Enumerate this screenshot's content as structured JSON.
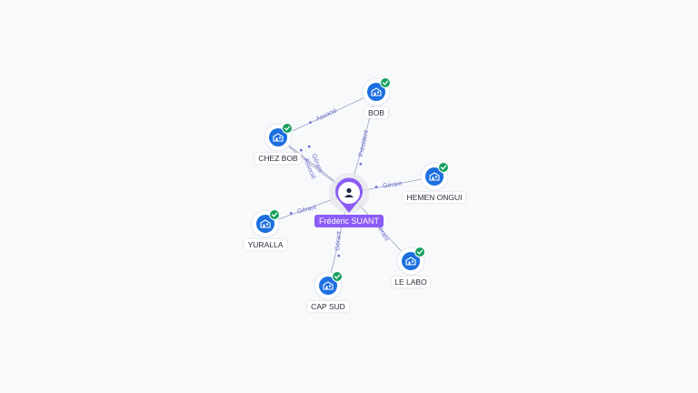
{
  "center": {
    "name": "Frédéric SUANT",
    "icon": "person-icon",
    "color": "#8b5cf6"
  },
  "colors": {
    "company": "#1d6fe0",
    "verified": "#18a05e",
    "edge": "#9aa0c8",
    "edge_label": "#6b72c9"
  },
  "companies": [
    {
      "id": "bob",
      "name": "BOB",
      "icon": "building-icon",
      "verified": true
    },
    {
      "id": "chez-bob",
      "name": "CHEZ BOB",
      "icon": "building-icon",
      "verified": true
    },
    {
      "id": "hemen-ongui",
      "name": "HEMEN ONGUI",
      "icon": "building-icon",
      "verified": true
    },
    {
      "id": "yuralla",
      "name": "YURALLA",
      "icon": "building-icon",
      "verified": true
    },
    {
      "id": "le-labo",
      "name": "LE LABO",
      "icon": "building-icon",
      "verified": true
    },
    {
      "id": "cap-sud",
      "name": "CAP SUD",
      "icon": "building-icon",
      "verified": true
    }
  ],
  "edges": [
    {
      "from": "center",
      "to": "bob",
      "label": "Président"
    },
    {
      "from": "center",
      "to": "chez-bob",
      "label": "Gérant"
    },
    {
      "from": "center",
      "to": "chez-bob",
      "label": "Associé"
    },
    {
      "from": "chez-bob",
      "to": "bob",
      "label": "Associé"
    },
    {
      "from": "center",
      "to": "hemen-ongui",
      "label": "Gérant"
    },
    {
      "from": "center",
      "to": "yuralla",
      "label": "Gérant"
    },
    {
      "from": "center",
      "to": "le-labo",
      "label": "Gérant"
    },
    {
      "from": "center",
      "to": "cap-sud",
      "label": "Gérant"
    }
  ]
}
